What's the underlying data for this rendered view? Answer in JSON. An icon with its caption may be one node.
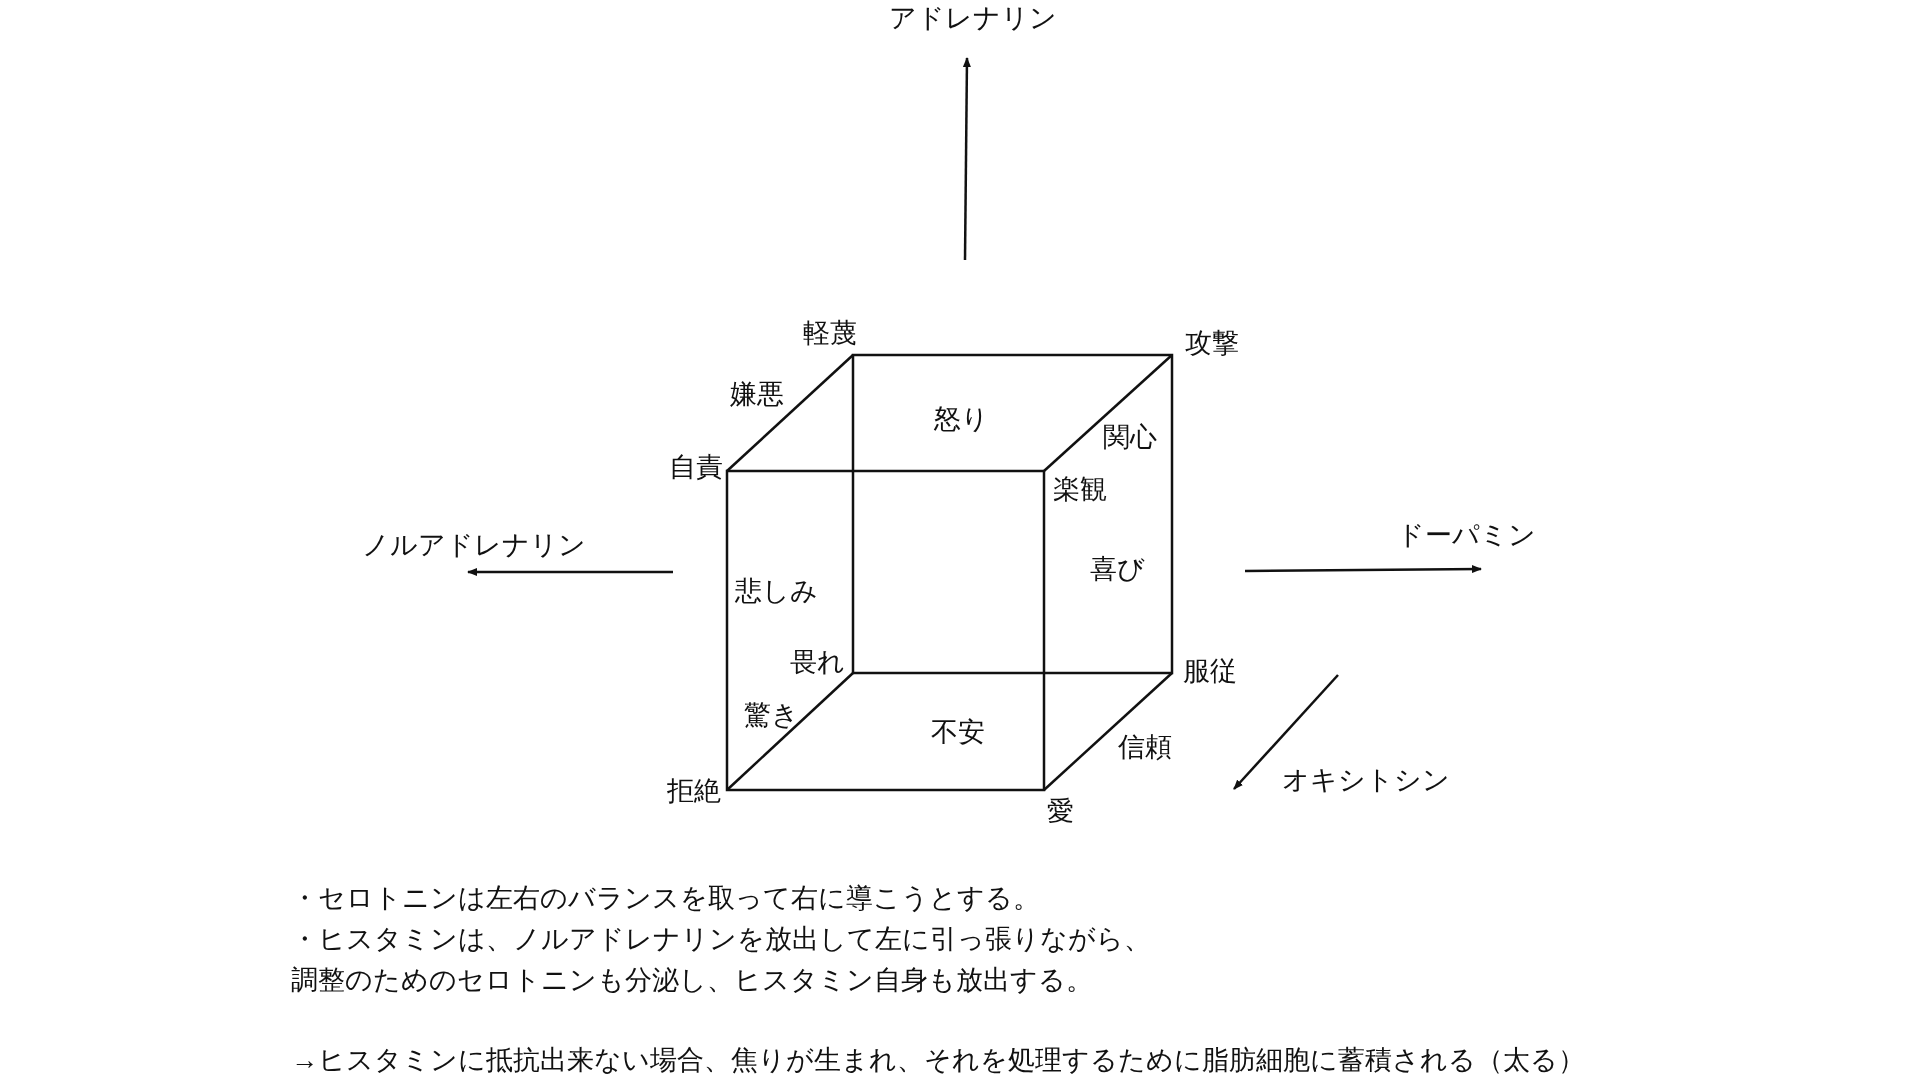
{
  "diagram": {
    "labels": [
      "アドレナリン",
      "軽蔑",
      "攻撃",
      "嫌悪",
      "怒り",
      "関心",
      "自責",
      "楽観",
      "ノルアドレナリン",
      "ドーパミン",
      "喜び",
      "悲しみ",
      "畏れ",
      "服従",
      "驚き",
      "不安",
      "信頼",
      "オキシトシン",
      "拒絶",
      "愛",
      "・セロトニンは左右のバランスを取って右に導こうとする。",
      "・ヒスタミンは、ノルアドレナリンを放出して左に引っ張りながら、調整のためのセロトニンも分泌し、ヒスタミン自身も放出する。",
      "→ヒスタミンに抵抗出来ない場合、焦りが生まれ、それを処理するために脂肪細胞に蓄積される（太る）"
    ]
  }
}
